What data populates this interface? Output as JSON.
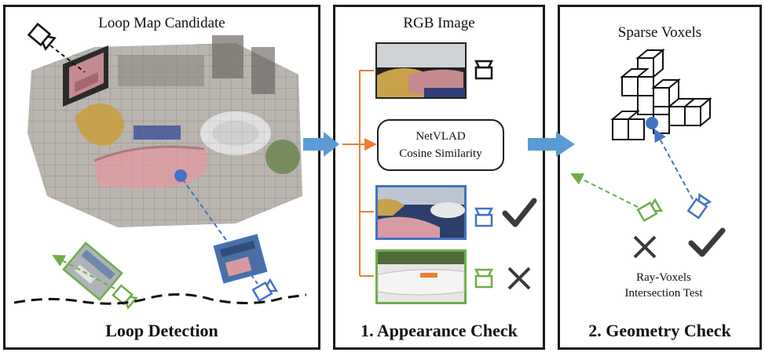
{
  "panels": {
    "loop": {
      "title": "Loop Map Candidate",
      "footer": "Loop Detection"
    },
    "appearance": {
      "title": "RGB Image",
      "footer": "1. Appearance Check"
    },
    "geometry": {
      "title": "Sparse Voxels",
      "footer": "2. Geometry Check"
    }
  },
  "retrieval": {
    "line1": "NetVLAD",
    "line2": "Cosine Similarity"
  },
  "intersection": {
    "line1": "Ray-Voxels",
    "line2": "Intersection Test"
  },
  "colors": {
    "blue": "#4472c4",
    "green": "#70ad47",
    "orange": "#ed7d31",
    "arrow": "#5b9bd5",
    "dark": "#3a3a3a"
  }
}
